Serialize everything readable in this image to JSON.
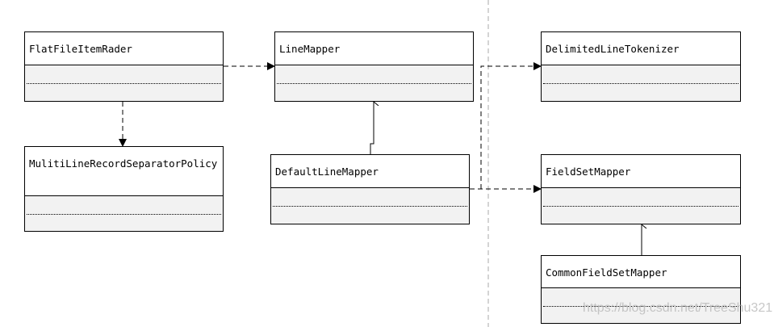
{
  "classes": {
    "flat_file_item_reader": "FlatFileItemRader",
    "multiline_policy": "MulitiLineRecordSeparatorPolicy",
    "line_mapper": "LineMapper",
    "default_line_mapper": "DefaultLineMapper",
    "delimited_line_tokenizer": "DelimitedLineTokenizer",
    "field_set_mapper": "FieldSetMapper",
    "common_field_set_mapper": "CommonFieldSetMapper"
  },
  "watermark": "https://blog.csdn.net/TreeShu321",
  "colors": {
    "line": "#000000",
    "body_fill": "#f2f2f2",
    "divider": "#aaaaaa"
  }
}
